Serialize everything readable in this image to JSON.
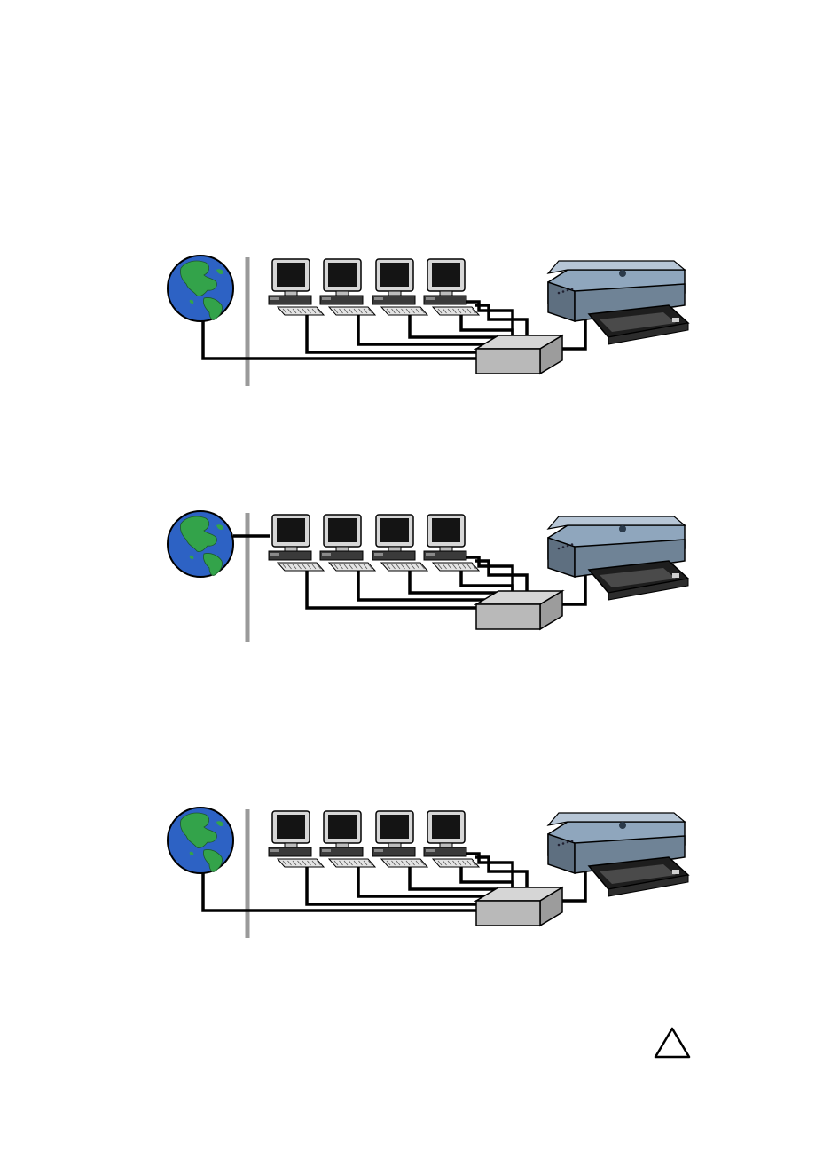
{
  "colors": {
    "globe_ocean": "#2d62c4",
    "globe_land": "#33a34a",
    "cable": "#000000",
    "wall": "#9a9a9a",
    "router_body": "#b9b9b9",
    "printer_body": "#8fa6bd"
  },
  "diagrams": [
    {
      "name": "network-diagram-1",
      "internet_link": "router",
      "computers": 4
    },
    {
      "name": "network-diagram-2",
      "internet_link": "computer",
      "computers": 4
    },
    {
      "name": "network-diagram-3",
      "internet_link": "router",
      "computers": 4
    }
  ],
  "icons": {
    "globe": "globe-icon",
    "computer": "computer-icon",
    "router": "router-icon",
    "printer": "printer-icon",
    "caution": "caution-icon"
  }
}
